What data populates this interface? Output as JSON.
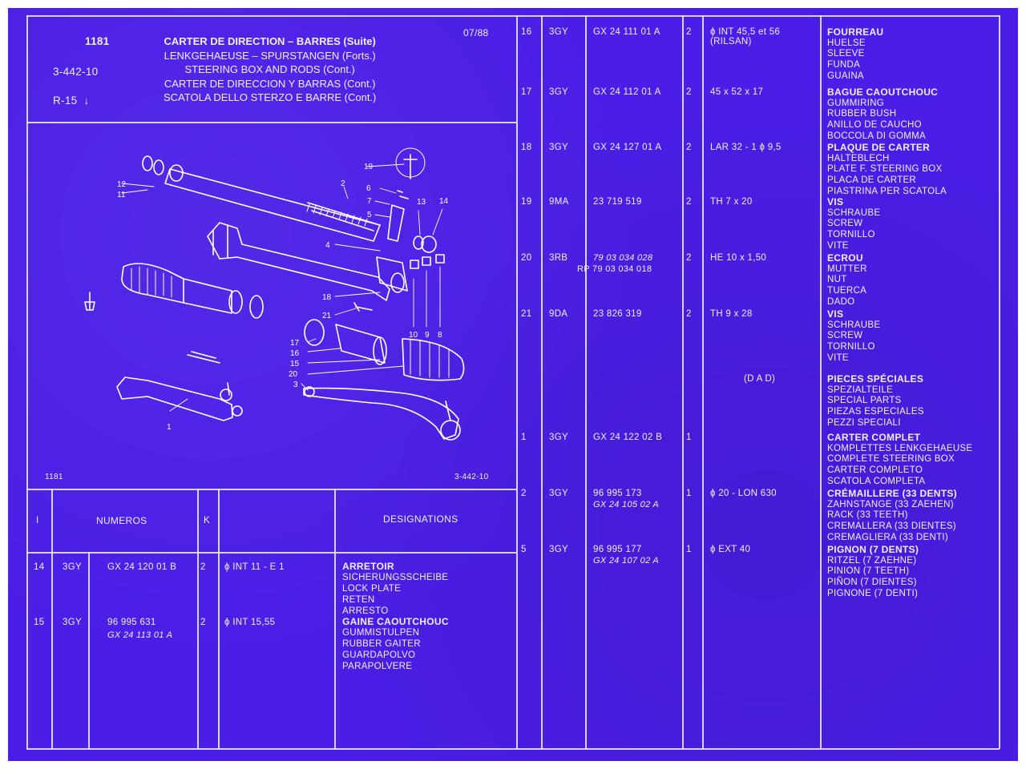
{
  "header": {
    "group": "1181",
    "plate": "3-442-10",
    "ref": "R-15",
    "ref_arrow": "↓",
    "date": "07/88",
    "titles": [
      "CARTER DE DIRECTION – BARRES (Suite)",
      "LENKGEHAEUSE – SPURSTANGEN (Forts.)",
      "STEERING BOX AND RODS (Cont.)",
      "CARTER DE DIRECCION Y BARRAS (Cont.)",
      "SCATOLA DELLO STERZO E BARRE (Cont.)"
    ]
  },
  "diagram": {
    "corner_left": "1181",
    "corner_right": "3-442-10",
    "callouts": [
      "19",
      "12",
      "11",
      "2",
      "6",
      "7",
      "13",
      "14",
      "5",
      "4",
      "18",
      "21",
      "10",
      "9",
      "8",
      "17",
      "16",
      "15",
      "20",
      "3",
      "1"
    ]
  },
  "table_headers": {
    "col_i": "I",
    "col_numeros": "NUMEROS",
    "col_k": "K",
    "col_designations": "DESIGNATIONS"
  },
  "left_rows": [
    {
      "i": "14",
      "code": "3GY",
      "num": "GX  24  120  01  B",
      "num2": "",
      "k": "2",
      "spec": "ϕ INT 11 - E 1",
      "names": [
        "ARRETOIR",
        "SICHERUNGSSCHEIBE",
        "LOCK PLATE",
        "RETEN",
        "ARRESTO"
      ]
    },
    {
      "i": "15",
      "code": "3GY",
      "num": "96  995  631",
      "num2": "GX  24  113  01  A",
      "k": "2",
      "spec": "ϕ INT 15,55",
      "names": [
        "GAINE CAOUTCHOUC",
        "GUMMISTULPEN",
        "RUBBER GAITER",
        "GUARDAPOLVO",
        "PARAPOLVERE"
      ]
    }
  ],
  "right_rows": [
    {
      "i": "16",
      "code": "3GY",
      "num": "GX  24  111  01  A",
      "num2": "",
      "k": "2",
      "spec": "ϕ INT 45,5 et 56",
      "spec2": "(RILSAN)",
      "names": [
        "FOURREAU",
        "HUELSE",
        "SLEEVE",
        "FUNDA",
        "GUAINA"
      ]
    },
    {
      "i": "17",
      "code": "3GY",
      "num": "GX  24  112  01  A",
      "num2": "",
      "k": "2",
      "spec": "45 x 52 x 17",
      "spec2": "",
      "names": [
        "BAGUE CAOUTCHOUC",
        "GUMMIRING",
        "RUBBER BUSH",
        "ANILLO DE CAUCHO",
        "BOCCOLA DI GOMMA"
      ]
    },
    {
      "i": "18",
      "code": "3GY",
      "num": "GX  24  127  01  A",
      "num2": "",
      "k": "2",
      "spec": "LAR 32 - 1 ϕ 9,5",
      "spec2": "",
      "names": [
        "PLAQUE DE CARTER",
        "HALTEBLECH",
        "PLATE F. STEERING BOX",
        "PLACA DE CARTER",
        "PIASTRINA PER SCATOLA"
      ]
    },
    {
      "i": "19",
      "code": "9MA",
      "num": "23  719  519",
      "num2": "",
      "k": "2",
      "spec": "TH 7 x 20",
      "spec2": "",
      "names": [
        "VIS",
        "SCHRAUBE",
        "SCREW",
        "TORNILLO",
        "VITE"
      ]
    },
    {
      "i": "20",
      "code": "3RB",
      "num": "79 03 034 028",
      "num2": "RP 79 03 034 018",
      "k": "2",
      "spec": "HE 10 x 1,50",
      "spec2": "",
      "names": [
        "ECROU",
        "MUTTER",
        "NUT",
        "TUERCA",
        "DADO"
      ]
    },
    {
      "i": "21",
      "code": "9DA",
      "num": "23  826  319",
      "num2": "",
      "k": "2",
      "spec": "TH 9 x 28",
      "spec2": "",
      "names": [
        "VIS",
        "SCHRAUBE",
        "SCREW",
        "TORNILLO",
        "VITE"
      ]
    },
    {
      "i": "",
      "code": "",
      "num": "",
      "num2": "",
      "k": "",
      "spec": "(D A D)",
      "spec2": "",
      "names": [
        "PIECES SPÉCIALES",
        "SPEZIALTEILE",
        "SPECIAL PARTS",
        "PIEZAS ESPECIALES",
        "PEZZI SPECIALI"
      ]
    },
    {
      "i": "1",
      "code": "3GY",
      "num": "GX  24  122  02  B",
      "num2": "",
      "k": "1",
      "spec": "",
      "spec2": "",
      "names": [
        "CARTER COMPLET",
        "KOMPLETTES LENKGEHAEUSE",
        "COMPLETE STEERING BOX",
        "CARTER COMPLETO",
        "SCATOLA COMPLETA"
      ]
    },
    {
      "i": "2",
      "code": "3GY",
      "num": "96  995  173",
      "num2": "GX  24  105  02  A",
      "k": "1",
      "spec": "ϕ 20 - LON 630",
      "spec2": "",
      "names": [
        "CRÉMAILLERE (33 DENTS)",
        "ZAHNSTANGE (33 ZAEHEN)",
        "RACK (33 TEETH)",
        "CREMALLERA (33 DIENTES)",
        "CREMAGLIERA (33 DENTI)"
      ]
    },
    {
      "i": "5",
      "code": "3GY",
      "num": "96  995  177",
      "num2": "GX  24  107  02  A",
      "k": "1",
      "spec": "ϕ EXT 40",
      "spec2": "",
      "names": [
        "PIGNON (7 DENTS)",
        "RITZEL (7 ZAEHNE)",
        "PINION (7 TEETH)",
        "PIÑON (7 DIENTES)",
        "PIGNONE (7 DENTI)"
      ]
    }
  ]
}
